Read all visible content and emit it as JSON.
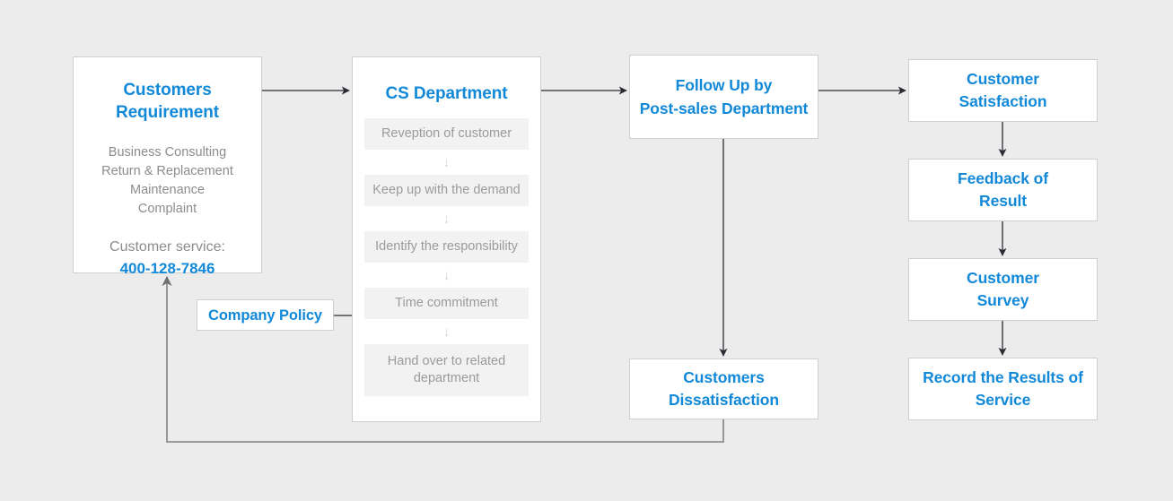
{
  "diagram": {
    "title": "Customer Service Process Flowchart",
    "background_color": "#ececec",
    "accent_color": "#1289d8",
    "muted_text_color": "#8c8c8c",
    "chip_background": "#f2f2f2",
    "box_border_color": "#cfcfcf",
    "arrow_color": "#2b2b33",
    "loop_arrow_color": "#808080"
  },
  "nodes": {
    "requirement": {
      "title_line1": "Customers",
      "title_line2": "Requirement",
      "items": [
        "Business Consulting",
        "Return & Replacement",
        "Maintenance",
        "Complaint"
      ],
      "service_label": "Customer service:",
      "phone": "400-128-7846"
    },
    "cs_department": {
      "title": "CS Department",
      "steps": [
        "Reveption of customer",
        "Keep up with the demand",
        "Identify the responsibility",
        "Time commitment",
        "Hand over to related department"
      ],
      "step_arrow_glyph": "↓"
    },
    "company_policy": {
      "title": "Company Policy"
    },
    "follow_up": {
      "title_line1": "Follow Up by",
      "title_line2": "Post-sales Department"
    },
    "dissatisfaction": {
      "title_line1": "Customers",
      "title_line2": "Dissatisfaction"
    },
    "satisfaction": {
      "title_line1": "Customer",
      "title_line2": "Satisfaction"
    },
    "feedback": {
      "title_line1": "Feedback of",
      "title_line2": "Result"
    },
    "survey": {
      "title_line1": "Customer",
      "title_line2": "Survey"
    },
    "record": {
      "title_line1": "Record the Results of",
      "title_line2": "Service"
    }
  }
}
